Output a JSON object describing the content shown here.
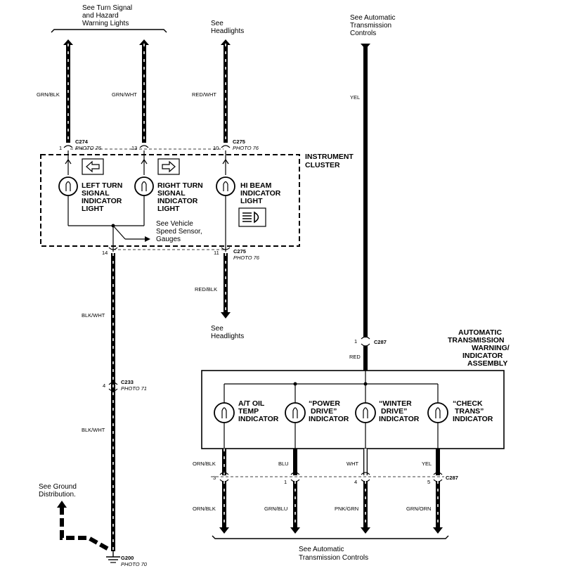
{
  "refs": {
    "turn_signal": [
      "See Turn Signal",
      "and Hazard",
      "Warning Lights"
    ],
    "headlights_top": [
      "See",
      "Headlights"
    ],
    "auto_trans_top": [
      "See Automatic",
      "Transmission",
      "Controls"
    ],
    "headlights_bottom": [
      "See",
      "Headlights"
    ],
    "vss": [
      "See Vehicle",
      "Speed Sensor,",
      "Gauges"
    ],
    "ground": [
      "See Ground",
      "Distribution."
    ],
    "auto_trans_bottom": [
      "See Automatic",
      "Transmission Controls"
    ]
  },
  "wires": {
    "grn_blk": "GRN/BLK",
    "grn_wht": "GRN/WHT",
    "red_wht": "RED/WHT",
    "yel_top": "YEL",
    "red_blk": "RED/BLK",
    "blk_wht_1": "BLK/WHT",
    "blk_wht_2": "BLK/WHT",
    "red": "RED",
    "orn_blk_top": "ORN/BLK",
    "blu": "BLU",
    "wht": "WHT",
    "yel_bottom": "YEL",
    "orn_blk_bottom": "ORN/BLK",
    "grn_blu": "GRN/BLU",
    "pnk_grn": "PNK/GRN",
    "grn_orn": "GRN/ORN"
  },
  "connectors": {
    "c274": {
      "name": "C274",
      "photo": "PHOTO 76"
    },
    "c275_top": {
      "name": "C275",
      "photo": "PHOTO 76"
    },
    "c275_bottom": {
      "name": "C275",
      "photo": "PHOTO 76"
    },
    "c287_top": {
      "name": "C287"
    },
    "c287_bottom": {
      "name": "C287"
    },
    "c233": {
      "name": "C233",
      "photo": "PHOTO 71"
    },
    "g200": {
      "name": "G200",
      "photo": "PHOTO 70"
    }
  },
  "pins": {
    "p1_top": "1",
    "p13": "13",
    "p10": "10",
    "p14": "14",
    "p11": "11",
    "p1_c287": "1",
    "p4_c233": "4",
    "p3": "3",
    "p1_bottom": "1",
    "p4_bottom": "4",
    "p5": "5"
  },
  "cluster": {
    "title": [
      "INSTRUMENT",
      "CLUSTER"
    ],
    "left_turn": [
      "LEFT TURN",
      "SIGNAL",
      "INDICATOR",
      "LIGHT"
    ],
    "right_turn": [
      "RIGHT TURN",
      "SIGNAL",
      "INDICATOR",
      "LIGHT"
    ],
    "hi_beam": [
      "HI BEAM",
      "INDICATOR",
      "LIGHT"
    ]
  },
  "assembly": {
    "title": [
      "AUTOMATIC",
      "TRANSMISSION",
      "WARNING/",
      "INDICATOR",
      "ASSEMBLY"
    ],
    "at_oil": [
      "A/T OIL",
      "TEMP",
      "INDICATOR"
    ],
    "power": [
      "“POWER",
      "DRIVE”",
      "INDICATOR"
    ],
    "winter": [
      "“WINTER",
      "DRIVE”",
      "INDICATOR"
    ],
    "check": [
      "“CHECK",
      "TRANS”",
      "INDICATOR"
    ]
  },
  "icons": [
    "left-arrow-icon",
    "right-arrow-icon",
    "high-beam-icon",
    "bulb-icon",
    "ground-icon"
  ]
}
